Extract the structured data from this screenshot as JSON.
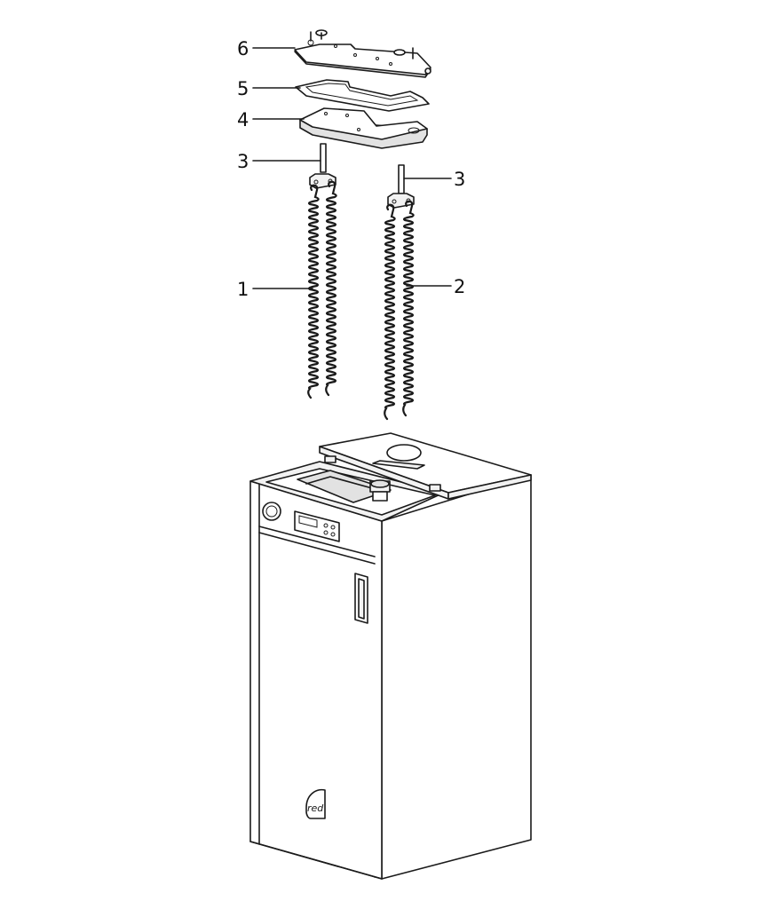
{
  "callouts": [
    {
      "id": "1",
      "label": "1"
    },
    {
      "id": "2",
      "label": "2"
    },
    {
      "id": "3a",
      "label": "3"
    },
    {
      "id": "3b",
      "label": "3"
    },
    {
      "id": "4",
      "label": "4"
    },
    {
      "id": "5",
      "label": "5"
    },
    {
      "id": "6",
      "label": "6"
    }
  ],
  "logo": {
    "text": "red"
  }
}
